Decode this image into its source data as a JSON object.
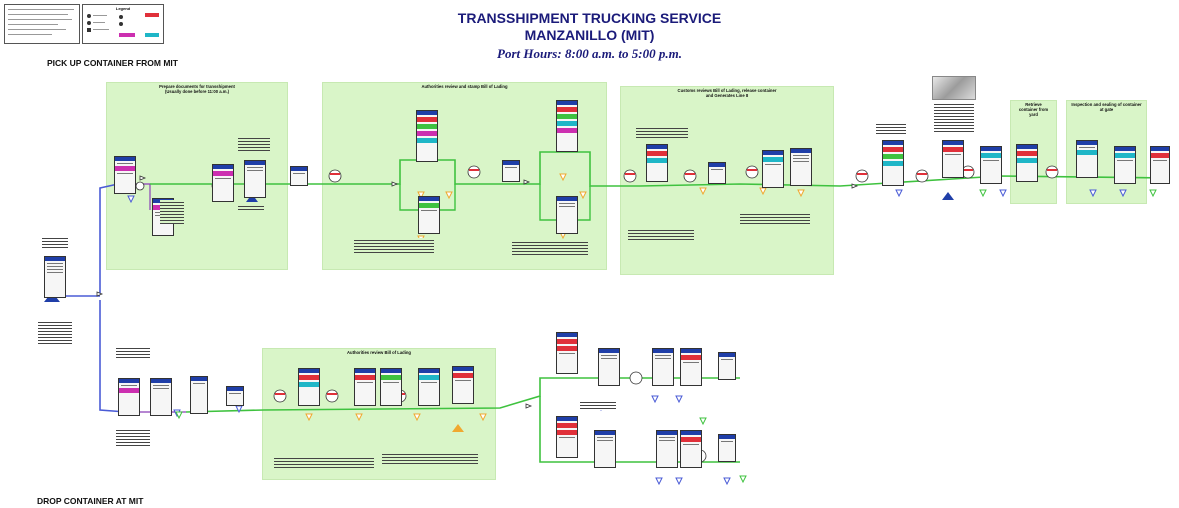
{
  "header": {
    "title_line1": "TRANSSHIPMENT TRUCKING SERVICE",
    "title_line2": "MANZANILLO (MIT)",
    "subtitle": "Port Hours: 8:00 a.m. to 5:00 p.m."
  },
  "legend": {
    "title": "Legend"
  },
  "sections": {
    "pickup": "PICK UP CONTAINER FROM MIT",
    "drop": "DROP CONTAINER AT MIT"
  },
  "zones": {
    "prepare": "Prepare documents for transshipment\n(Usually done before 11:00 a.m.)",
    "authorities_stamp": "Authorities review and stamp Bill of Lading",
    "customs": "Customs reviews Bill of Lading, release container\nand Generates Line 8",
    "retrieve": "Retrieve\ncontainer from\nyard",
    "inspection": "Inspection and sealing of container\nat gate",
    "authorities_review": "Authorities review Bill of Lading"
  },
  "colors": {
    "zone_fill": "#d9f5c8",
    "flow_green": "#3fc23f",
    "flow_blue": "#4a5bd6",
    "flow_purple": "#8a3fb8",
    "step_header": "#1f3ea8",
    "band_magenta": "#cc2fb0",
    "band_cyan": "#1fb6c7",
    "band_red": "#e0303a",
    "triangle_orange": "#f0a830",
    "triangle_blue": "#4a5bd6",
    "title_color": "#1b1b7a"
  }
}
